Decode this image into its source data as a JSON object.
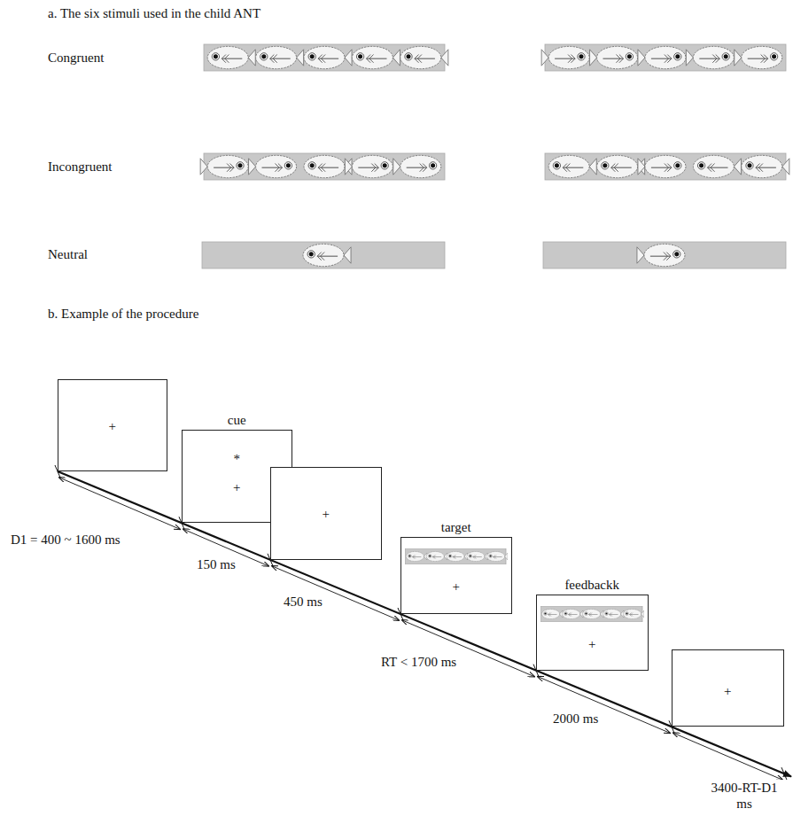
{
  "diagram": {
    "nodes": [
      {
        "text": [
          "+"
        ]
      },
      {
        "text": [
          "cue",
          "*",
          "+"
        ]
      },
      {
        "text": [
          "+"
        ]
      },
      {
        "text": [
          "target",
          "+"
        ]
      },
      {
        "text": [
          "feedbackk",
          "+"
        ]
      },
      {
        "text": [
          "+"
        ]
      }
    ],
    "labels": [
      "a. The six stimuli used in the child ANT",
      "Congruent",
      "Incongruent",
      "Neutral",
      "b. Example of the procedure",
      "D1 = 400 ~ 1600 ms",
      "150 ms",
      "450 ms",
      "RT < 1700 ms",
      "2000 ms",
      "3400-RT-D1 ms"
    ]
  }
}
